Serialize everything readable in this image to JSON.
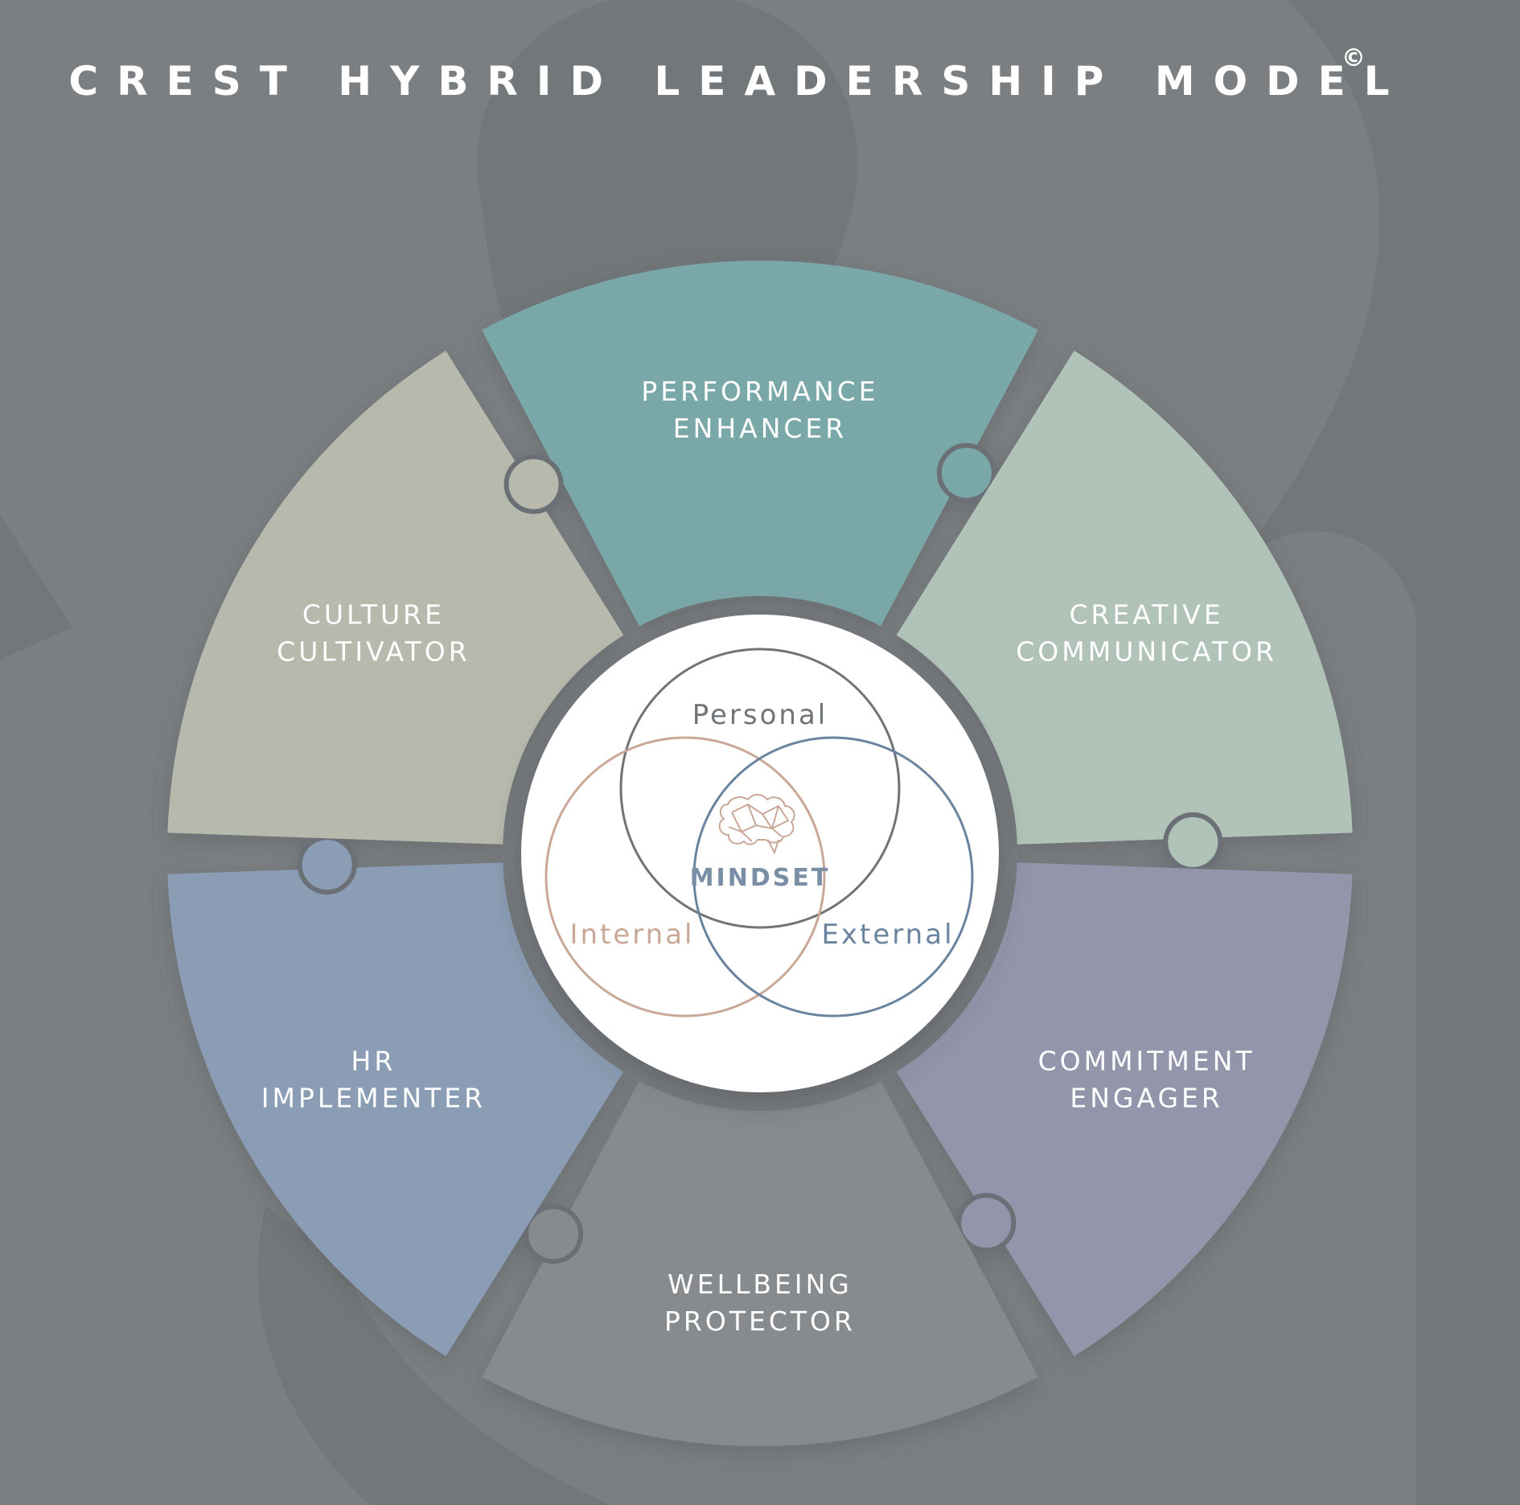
{
  "title": "CREST HYBRID LEADERSHIP MODEL",
  "copyright_mark": "©",
  "segments": [
    {
      "id": "performance-enhancer",
      "line1": "PERFORMANCE",
      "line2": "ENHANCER",
      "color": "#7aa7a8"
    },
    {
      "id": "creative-communicator",
      "line1": "CREATIVE",
      "line2": "COMMUNICATOR",
      "color": "#b1c3b9"
    },
    {
      "id": "commitment-engager",
      "line1": "COMMITMENT",
      "line2": "ENGAGER",
      "color": "#9395ab"
    },
    {
      "id": "wellbeing-protector",
      "line1": "WELLBEING",
      "line2": "PROTECTOR",
      "color": "#878b8e"
    },
    {
      "id": "hr-implementer",
      "line1": "HR",
      "line2": "IMPLEMENTER",
      "color": "#8a9db4"
    },
    {
      "id": "culture-cultivator",
      "line1": "CULTURE",
      "line2": "CULTIVATOR",
      "color": "#b7b9ad"
    }
  ],
  "center": {
    "personal": "Personal",
    "internal": "Internal",
    "external": "External",
    "mindset": "MINDSET",
    "icon": "brain-icon",
    "colors": {
      "personal": "#6f7478",
      "internal": "#c9a898",
      "external": "#6a84a0",
      "mindset": "#7a8ea6"
    }
  },
  "colors": {
    "background": "#7b7f82",
    "background_shapes": "#72777a",
    "gap": "#6b7074"
  }
}
